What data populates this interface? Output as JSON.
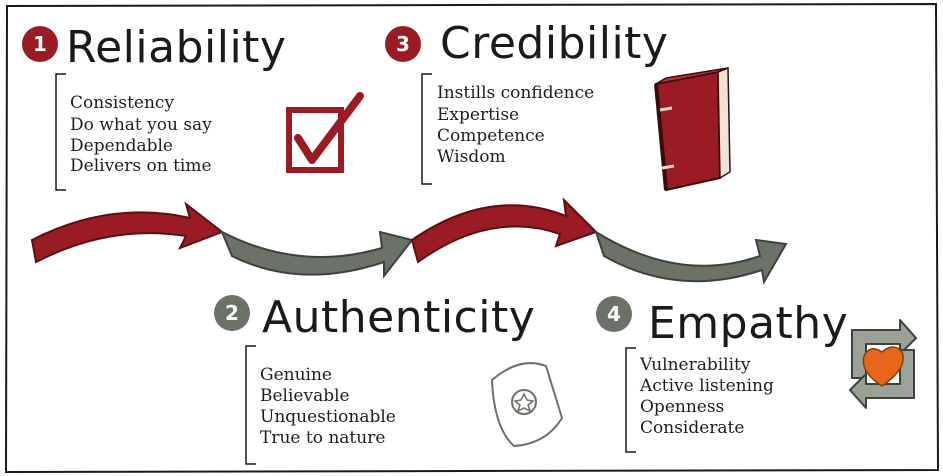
{
  "colors": {
    "red": "#9b1b24",
    "gray": "#6b7369",
    "orange": "#e8661c",
    "ink": "#1a1a1a"
  },
  "sections": [
    {
      "number": "1",
      "title": "Reliability",
      "items": [
        "Consistency",
        "Do what you say",
        "Dependable",
        "Delivers on time"
      ],
      "color": "#9b1b24",
      "icon": "checkbox-icon"
    },
    {
      "number": "2",
      "title": "Authenticity",
      "items": [
        "Genuine",
        "Believable",
        "Unquestionable",
        "True to nature"
      ],
      "color": "#6b7369",
      "icon": "badge-shield-icon"
    },
    {
      "number": "3",
      "title": "Credibility",
      "items": [
        "Instills confidence",
        "Expertise",
        "Competence",
        "Wisdom"
      ],
      "color": "#9b1b24",
      "icon": "book-icon"
    },
    {
      "number": "4",
      "title": "Empathy",
      "items": [
        "Vulnerability",
        "Active listening",
        "Openness",
        "Considerate"
      ],
      "color": "#6b7369",
      "icon": "heart-exchange-icon"
    }
  ]
}
